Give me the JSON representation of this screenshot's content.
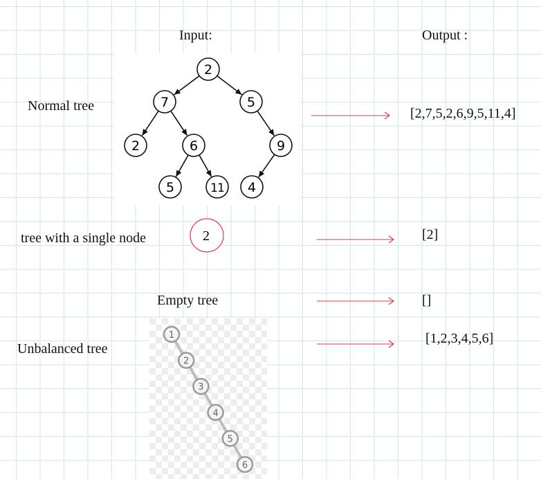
{
  "headers": {
    "input": "Input:",
    "output": "Output :"
  },
  "rows": [
    {
      "label": "Normal tree",
      "output": "[2,7,5,2,6,9,5,11,4]"
    },
    {
      "label": "tree with a single node",
      "node": "2",
      "output": "[2]"
    },
    {
      "label": "Empty tree",
      "output": "[]"
    },
    {
      "label": "Unbalanced tree",
      "output": "[1,2,3,4,5,6]"
    }
  ],
  "normal_tree": {
    "nodes": [
      "2",
      "7",
      "5",
      "2",
      "6",
      "9",
      "5",
      "11",
      "4"
    ],
    "edges": [
      [
        0,
        1
      ],
      [
        0,
        2
      ],
      [
        1,
        3
      ],
      [
        1,
        4
      ],
      [
        2,
        5
      ],
      [
        4,
        6
      ],
      [
        4,
        7
      ],
      [
        5,
        8
      ]
    ]
  },
  "unbalanced_tree": {
    "nodes": [
      "1",
      "2",
      "3",
      "4",
      "5",
      "6"
    ]
  },
  "colors": {
    "grid": "#cfe6f0",
    "arrow": "#d9394d",
    "single_node_circle": "#d9394d"
  }
}
